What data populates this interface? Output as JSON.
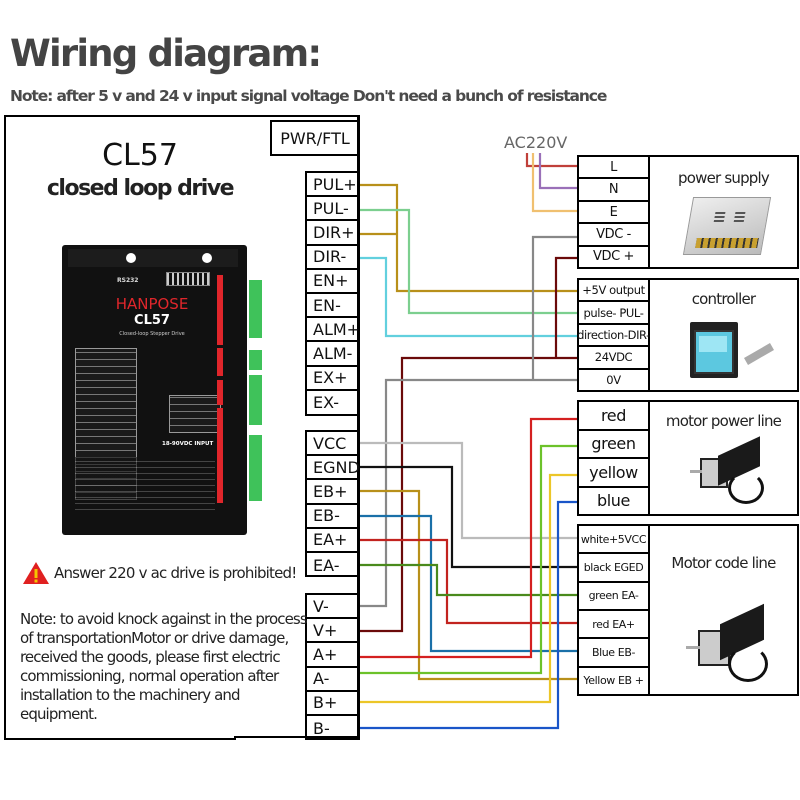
{
  "header": {
    "title": "Wiring diagram:",
    "subtitle": "Note: after 5 v and 24 v input signal voltage Don't need a bunch of resistance"
  },
  "drive": {
    "model": "CL57",
    "subtitle": "closed loop drive",
    "pwr_label": "PWR/FTL",
    "photo": {
      "brand": "HANPOSE",
      "model": "CL57",
      "caption": "Closed-loop Stepper Drive",
      "port": "RS232",
      "input": "18-90VDC INPUT",
      "brand_color": "#e0262b",
      "terminal_color": "#3fc25a"
    },
    "signal_terminals": [
      "PUL+",
      "PUL-",
      "DIR+",
      "DIR-",
      "EN+",
      "EN-",
      "ALM+",
      "ALM-",
      "EX+",
      "EX-"
    ],
    "encoder_terminals": [
      "VCC",
      "EGND",
      "EB+",
      "EB-",
      "EA+",
      "EA-"
    ],
    "power_terminals": [
      "V-",
      "V+",
      "A+",
      "A-",
      "B+",
      "B-"
    ],
    "warning": "Answer 220 v ac drive is prohibited!",
    "note": "Note: to avoid knock against in the process of transportationMotor or drive damage, received the goods, please first electric commissioning, normal operation after installation to the machinery and equipment."
  },
  "ac_label": "AC220V",
  "power_supply": {
    "title": "power supply",
    "terminals": [
      "L",
      "N",
      "E",
      "VDC -",
      "VDC +"
    ]
  },
  "controller": {
    "title": "controller",
    "terminals": [
      "+5V output",
      "pulse- PUL-",
      "direction-DIR-",
      "24VDC",
      "0V"
    ]
  },
  "motor_power": {
    "title": "motor power line",
    "terminals": [
      "red",
      "green",
      "yellow",
      "blue"
    ]
  },
  "motor_code": {
    "title": "Motor code line",
    "terminals": [
      "white+5VCC",
      "black EGED",
      "green EA-",
      "red EA+",
      "Blue EB-",
      "Yellow EB +"
    ]
  },
  "wire_colors": {
    "pul": "#b8901a",
    "pul_minus": "#7ccf8f",
    "dir_minus": "#62d0de",
    "v_plus": "#6b0a0a",
    "v_minus": "#888888",
    "vcc": "#bbbbbb",
    "egnd": "#111111",
    "eb_plus": "#b8901a",
    "eb_minus": "#1a70a8",
    "ea_plus": "#c2231f",
    "ea_minus": "#4a8a1c",
    "a_plus": "#d42020",
    "a_minus": "#6cc22a",
    "b_plus": "#ecc628",
    "b_minus": "#1a55c8",
    "ac_l": "#c0403a",
    "ac_n": "#9a70b8",
    "ac_e": "#f0c070"
  }
}
